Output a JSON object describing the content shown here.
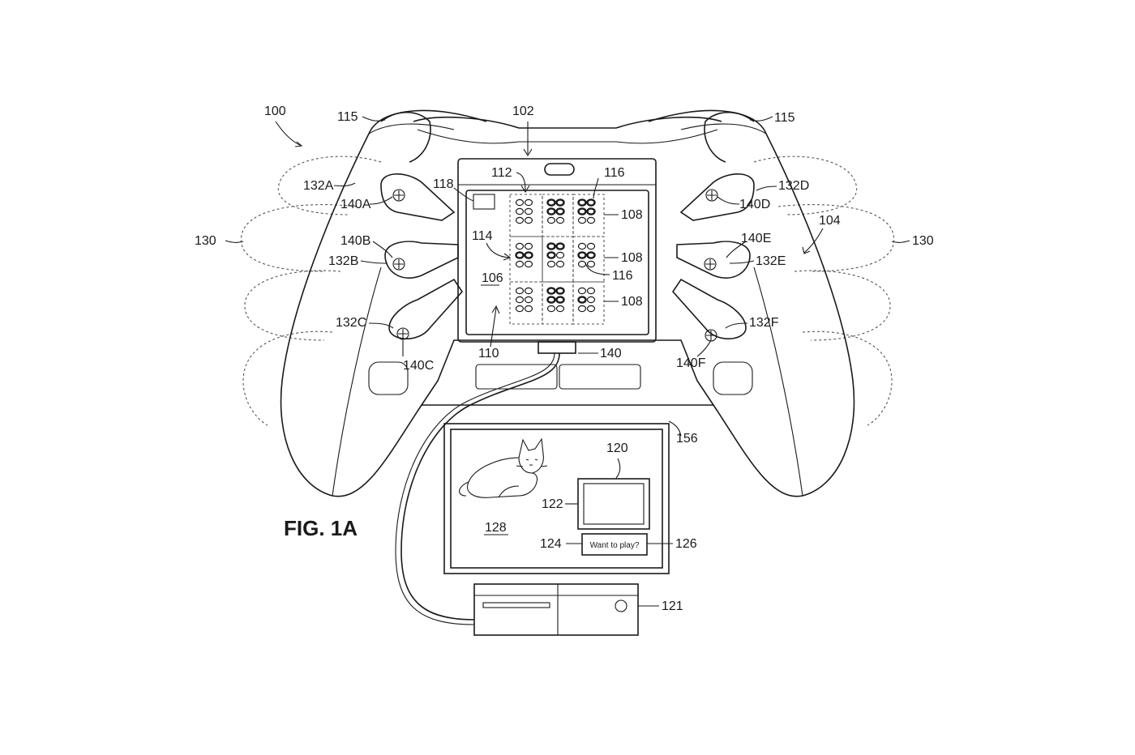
{
  "figure_label": "FIG. 1A",
  "labels": {
    "l100": "100",
    "l102": "102",
    "l104": "104",
    "l115a": "115",
    "l115b": "115",
    "l130a": "130",
    "l130b": "130",
    "l132A": "132A",
    "l132B": "132B",
    "l132C": "132C",
    "l132D": "132D",
    "l132E": "132E",
    "l132F": "132F",
    "l140A": "140A",
    "l140B": "140B",
    "l140C": "140C",
    "l140D": "140D",
    "l140E": "140E",
    "l140F": "140F",
    "l140": "140",
    "l156": "156",
    "l112": "112",
    "l116a": "116",
    "l116b": "116",
    "l118": "118",
    "l114": "114",
    "l106": "106",
    "l110": "110",
    "l108a": "108",
    "l108b": "108",
    "l108c": "108",
    "l120": "120",
    "l121": "121",
    "l122": "122",
    "l124": "124",
    "l126": "126",
    "l128": "128"
  },
  "dialog_text": "Want to play?",
  "colors": {
    "ink": "#1a1a1a",
    "paper": "#ffffff"
  }
}
